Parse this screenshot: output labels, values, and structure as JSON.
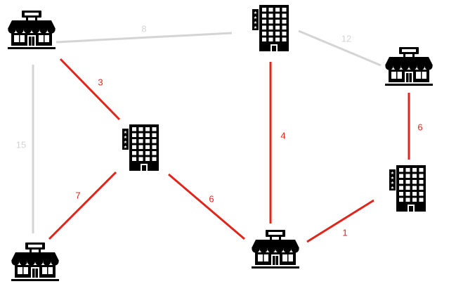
{
  "colors": {
    "selected_edge": "#e0251b",
    "unselected_edge": "#d4d4d4",
    "icon": "#000000"
  },
  "nodes": [
    {
      "id": "shop-top-left",
      "type": "shop-icon"
    },
    {
      "id": "hotel-top-center",
      "type": "hotel-icon"
    },
    {
      "id": "shop-right",
      "type": "shop-icon"
    },
    {
      "id": "hotel-center-left",
      "type": "hotel-icon"
    },
    {
      "id": "hotel-right",
      "type": "hotel-icon"
    },
    {
      "id": "shop-bottom-left",
      "type": "shop-icon"
    },
    {
      "id": "shop-bottom-center",
      "type": "shop-icon"
    }
  ],
  "edges": [
    {
      "from": "shop-top-left",
      "to": "hotel-top-center",
      "weight": "8",
      "selected": false
    },
    {
      "from": "hotel-top-center",
      "to": "shop-right",
      "weight": "12",
      "selected": false
    },
    {
      "from": "shop-top-left",
      "to": "shop-bottom-left",
      "weight": "15",
      "selected": false
    },
    {
      "from": "shop-top-left",
      "to": "hotel-center-left",
      "weight": "3",
      "selected": true
    },
    {
      "from": "hotel-top-center",
      "to": "shop-bottom-center",
      "weight": "4",
      "selected": true
    },
    {
      "from": "shop-right",
      "to": "hotel-right",
      "weight": "6",
      "selected": true
    },
    {
      "from": "hotel-center-left",
      "to": "shop-bottom-left",
      "weight": "7",
      "selected": true
    },
    {
      "from": "hotel-center-left",
      "to": "shop-bottom-center",
      "weight": "6",
      "selected": true
    },
    {
      "from": "shop-bottom-center",
      "to": "hotel-right",
      "weight": "1",
      "selected": true
    }
  ]
}
